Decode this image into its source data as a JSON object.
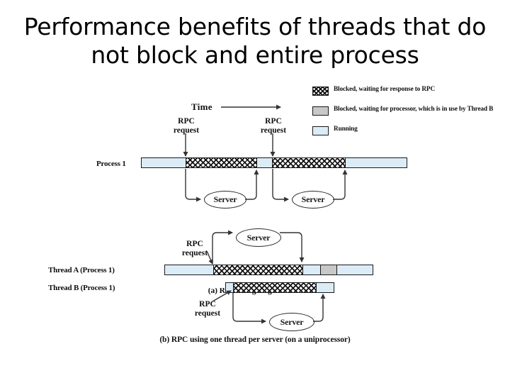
{
  "slide": {
    "title": "Performance benefits of threads that do not block and entire process",
    "background_color": "#ffffff"
  },
  "colors": {
    "running_fill": "#dcecf7",
    "blocked_processor_fill": "#c8c8c8",
    "blocked_rpc_fill": "#ffffff",
    "outline": "#1a1a1a",
    "text": "#101010"
  },
  "legend": {
    "items": [
      {
        "swatch": "hatched-pattern",
        "label": "Blocked, waiting for response to RPC"
      },
      {
        "swatch": "gray-fill",
        "label": "Blocked, waiting for processor, which is in use by Thread B"
      },
      {
        "swatch": "light-blue-fill",
        "label": "Running"
      }
    ]
  },
  "figure_a": {
    "caption": "(a) RPC using single thread",
    "time_axis_label": "Time",
    "process_label": "Process 1",
    "rpc_labels": [
      {
        "line1": "RPC",
        "line2": "request"
      },
      {
        "line1": "RPC",
        "line2": "request"
      }
    ],
    "servers": [
      "Server",
      "Server"
    ],
    "timeline_segments": [
      {
        "state": "Running",
        "fill": "light-blue-fill"
      },
      {
        "state": "Blocked, waiting for response to RPC",
        "fill": "hatched-pattern"
      },
      {
        "state": "Running",
        "fill": "light-blue-fill"
      },
      {
        "state": "Blocked, waiting for response to RPC",
        "fill": "hatched-pattern"
      },
      {
        "state": "Running",
        "fill": "light-blue-fill"
      }
    ]
  },
  "figure_b": {
    "caption": "(b) RPC using one thread per server (on a uniprocessor)",
    "rows": [
      {
        "label": "Thread A (Process 1)",
        "rpc_label": {
          "line1": "RPC",
          "line2": "request"
        },
        "server": "Server",
        "timeline_segments": [
          {
            "state": "Running",
            "fill": "light-blue-fill"
          },
          {
            "state": "Blocked, waiting for response to RPC",
            "fill": "hatched-pattern"
          },
          {
            "state": "Running",
            "fill": "light-blue-fill"
          },
          {
            "state": "Blocked, waiting for processor, which is in use by Thread B",
            "fill": "gray-fill"
          },
          {
            "state": "Running",
            "fill": "light-blue-fill"
          }
        ]
      },
      {
        "label": "Thread B (Process 1)",
        "rpc_label": {
          "line1": "RPC",
          "line2": "request"
        },
        "server": "Server",
        "timeline_segments": [
          {
            "state": "Running",
            "fill": "light-blue-fill"
          },
          {
            "state": "Blocked, waiting for response to RPC",
            "fill": "hatched-pattern"
          },
          {
            "state": "Running",
            "fill": "light-blue-fill"
          }
        ]
      }
    ]
  }
}
